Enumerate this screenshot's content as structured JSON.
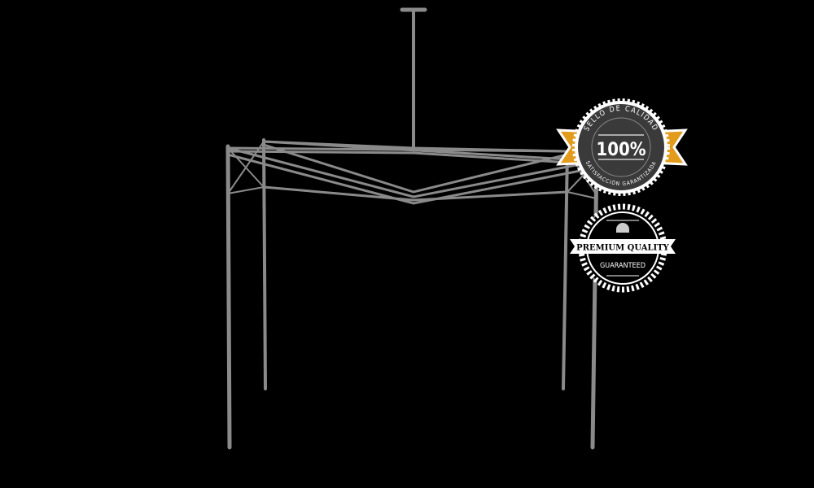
{
  "product": {
    "name": "",
    "frame_color": "#8a8a8a"
  },
  "badge_quality_seal": {
    "top_text": "SELLO DE CALIDAD",
    "center_text": "100%",
    "bottom_text": "SATISFACCIÓN GARANTIZADA",
    "ribbon_color": "#e39b1b",
    "fill_color": "#3a3a3a"
  },
  "badge_premium": {
    "banner_text": "PREMIUM QUALITY",
    "bottom_text": "GUARANTEED",
    "icon": "helmet-icon"
  }
}
